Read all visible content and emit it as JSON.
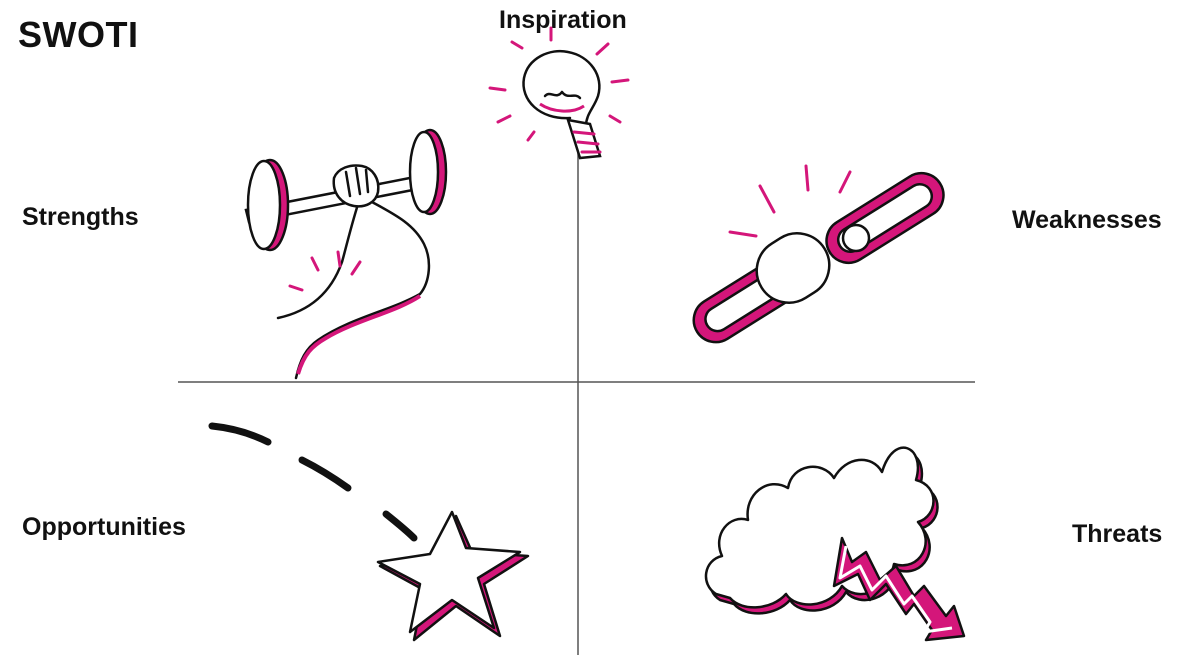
{
  "title": "SWOTI",
  "quadrants": {
    "inspiration": "Inspiration",
    "strengths": "Strengths",
    "weaknesses": "Weaknesses",
    "opportunities": "Opportunities",
    "threats": "Threats"
  },
  "icons": {
    "inspiration": "lightbulb-icon",
    "strengths": "dumbbell-icon",
    "weaknesses": "broken-chain-icon",
    "opportunities": "shooting-star-icon",
    "threats": "storm-cloud-icon"
  },
  "colors": {
    "accent": "#d4167a",
    "ink": "#111111",
    "axis": "#555555",
    "background": "#ffffff"
  }
}
